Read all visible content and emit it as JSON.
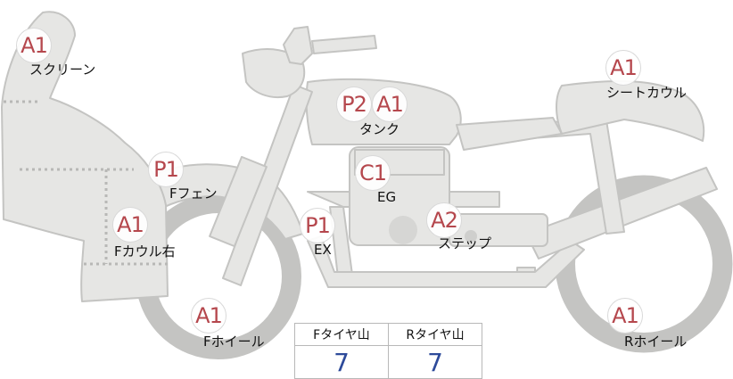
{
  "parts": [
    {
      "id": "screen",
      "code": "A1",
      "label": "スクリーン"
    },
    {
      "id": "tank",
      "codes": [
        "P2",
        "A1"
      ],
      "label": "タンク"
    },
    {
      "id": "seat-cowl",
      "code": "A1",
      "label": "シートカウル"
    },
    {
      "id": "f-fender",
      "code": "P1",
      "label": "Fフェン"
    },
    {
      "id": "engine",
      "code": "C1",
      "label": "EG"
    },
    {
      "id": "f-cowl-right",
      "code": "A1",
      "label": "Fカウル右"
    },
    {
      "id": "exhaust",
      "code": "P1",
      "label": "EX"
    },
    {
      "id": "step",
      "code": "A2",
      "label": "ステップ"
    },
    {
      "id": "f-wheel",
      "code": "A1",
      "label": "Fホイール"
    },
    {
      "id": "r-wheel",
      "code": "A1",
      "label": "Rホイール"
    }
  ],
  "tread": {
    "headers": [
      "Fタイヤ山",
      "Rタイヤ山"
    ],
    "values": [
      "7",
      "7"
    ]
  },
  "colors": {
    "body_fill": "#e6e6e4",
    "body_stroke": "#c4c4c2",
    "code_text": "#b5474d",
    "value_text": "#2d4a9a"
  }
}
